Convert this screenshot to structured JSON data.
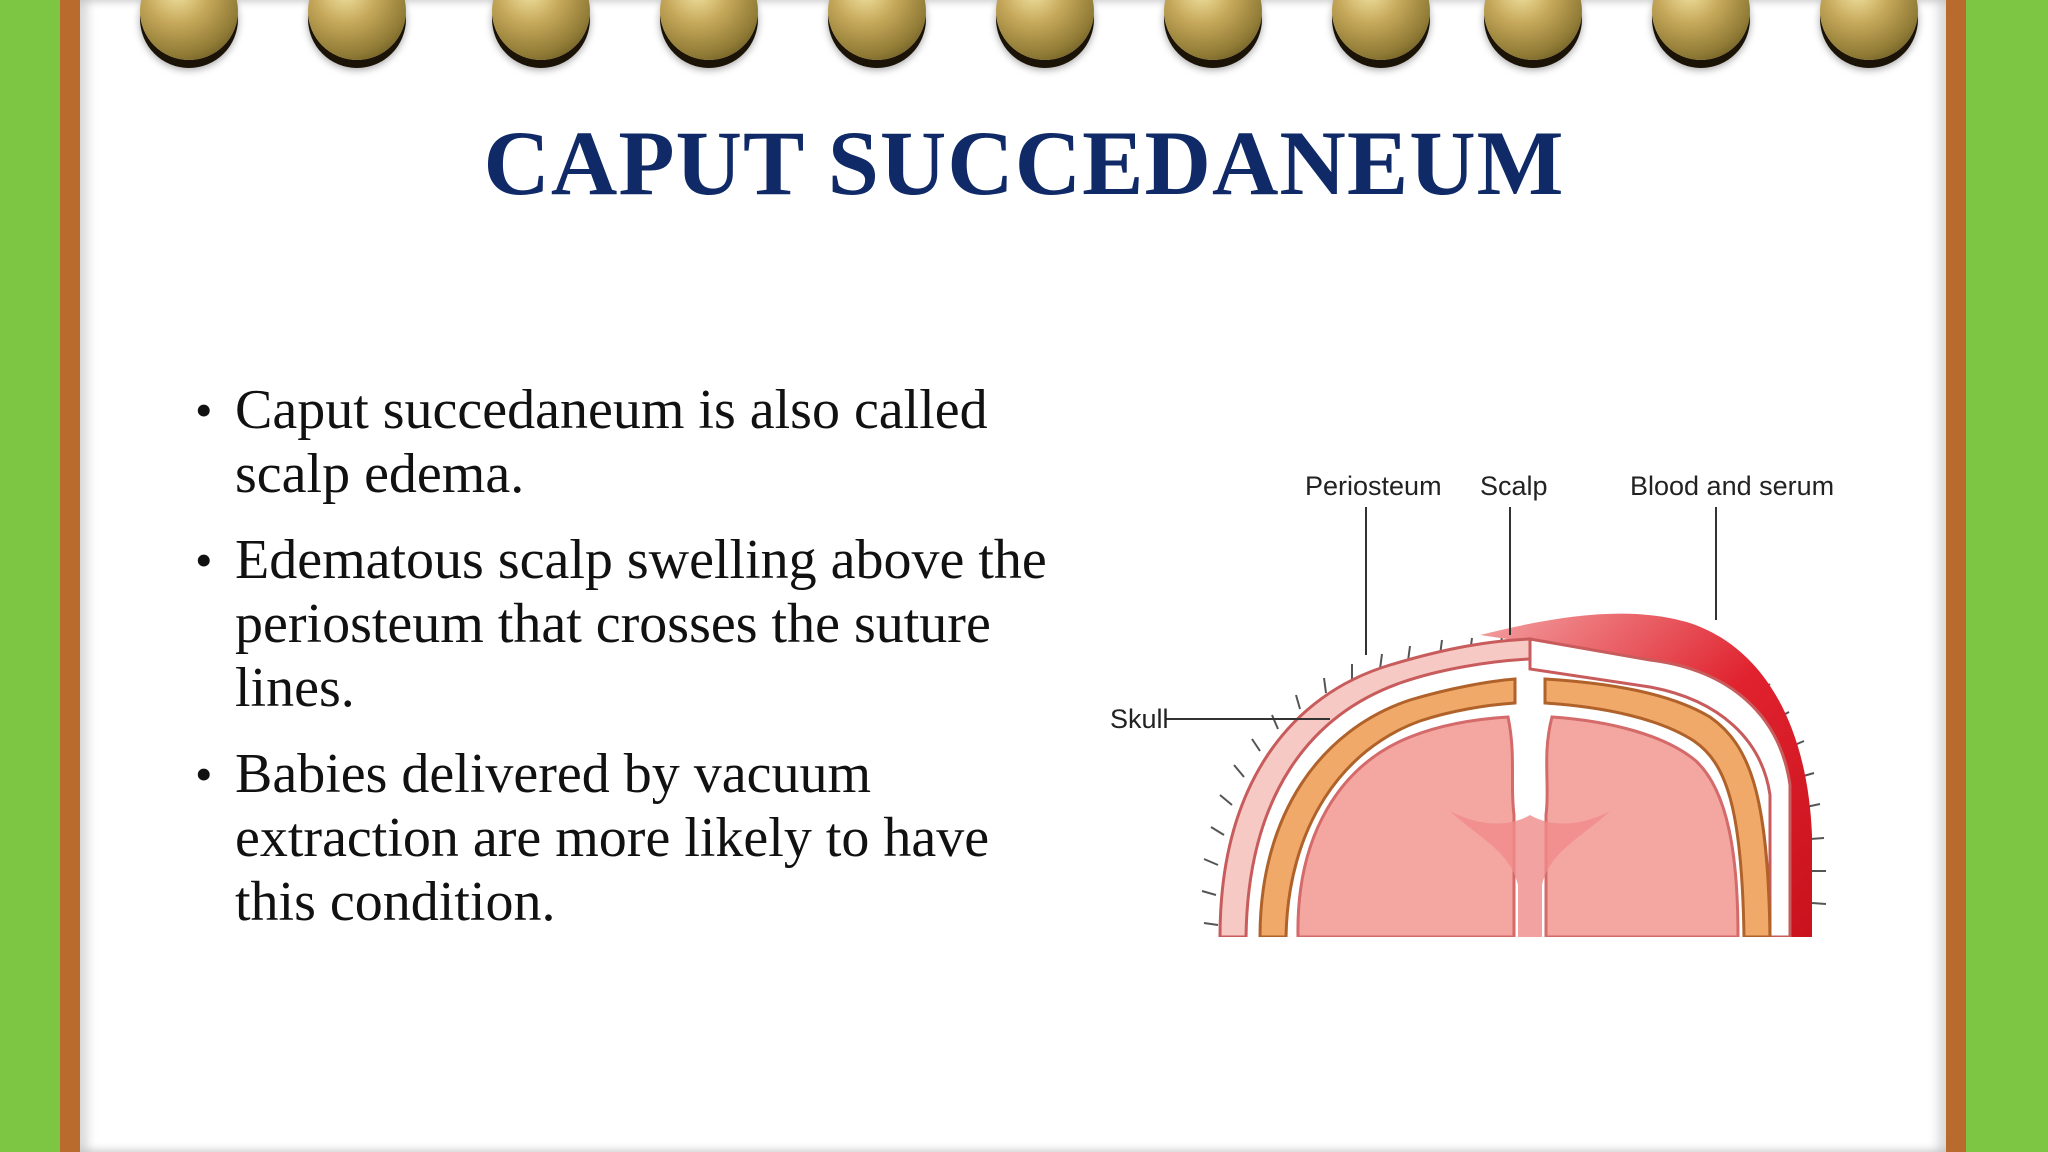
{
  "slide": {
    "title": "CAPUT SUCCEDANEUM",
    "bullets": [
      "Caput succedaneum is also called scalp edema.",
      "Edematous scalp swelling above the periosteum that crosses the suture lines.",
      "Babies delivered by vacuum extraction are more likely to have this condition."
    ]
  },
  "diagram": {
    "labels": {
      "periosteum": "Periosteum",
      "scalp": "Scalp",
      "blood_and_serum": "Blood and serum",
      "skull": "Skull"
    }
  },
  "colors": {
    "background_green": "#7cc644",
    "frame_brown": "#b86b2c",
    "title_navy": "#0f2a66",
    "brain_pink": "#f4a7a0",
    "blood_red": "#e0222e"
  }
}
